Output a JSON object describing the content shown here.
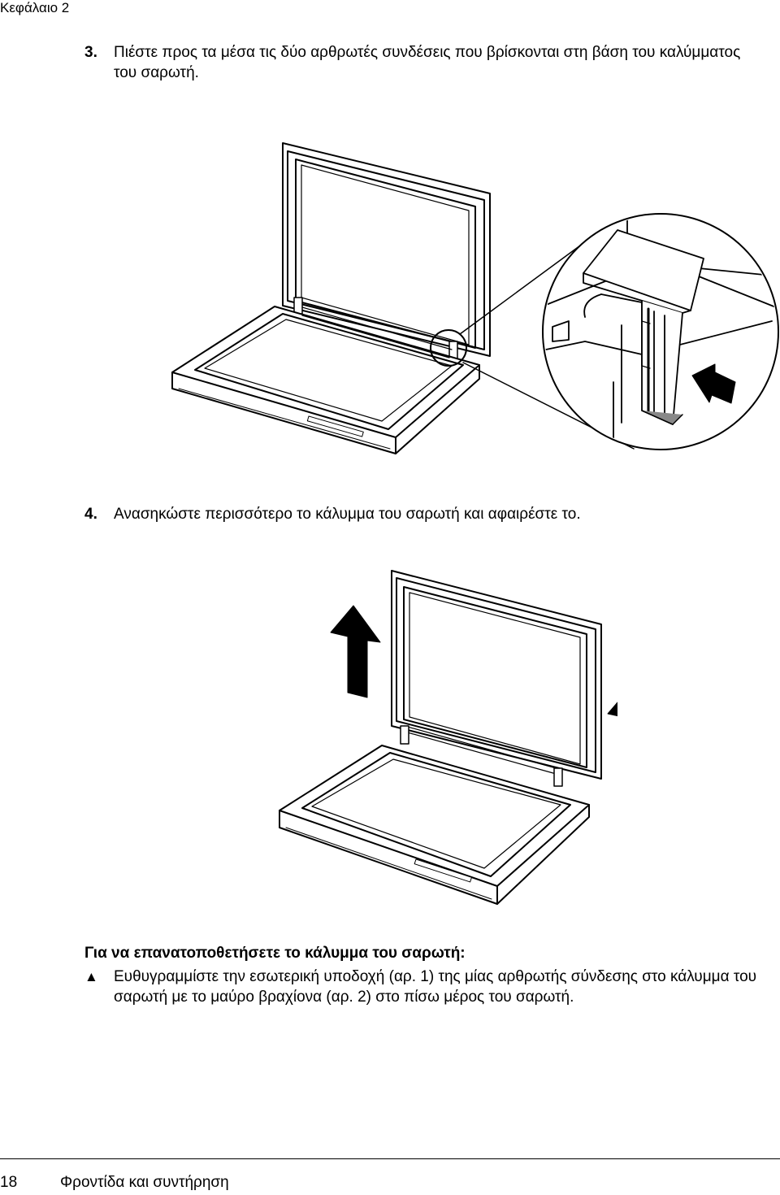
{
  "header": {
    "chapter": "Κεφάλαιο 2"
  },
  "steps": [
    {
      "number": "3.",
      "text": "Πιέστε προς τα μέσα τις δύο αρθρωτές συνδέσεις που βρίσκονται στη βάση του καλύμματος του σαρωτή."
    },
    {
      "number": "4.",
      "text": "Ανασηκώστε περισσότερο το κάλυμμα του σαρωτή και αφαιρέστε το."
    }
  ],
  "note": {
    "title": "Για να επανατοποθετήσετε το κάλυμμα του σαρωτή:",
    "bullet": "▲",
    "text": "Ευθυγραμμίστε την εσωτερική υποδοχή (αρ. 1) της μίας αρθρωτής σύνδεσης στο κάλυμμα του σαρωτή με το μαύρο βραχίονα (αρ. 2) στο πίσω μέρος του σαρωτή."
  },
  "footer": {
    "page_number": "18",
    "title": "Φροντίδα και συντήρηση"
  },
  "figures": {
    "figure1": {
      "icon": "scanner-open-lid-with-hinge-closeup"
    },
    "figure2": {
      "icon": "scanner-lid-removal-with-up-arrows"
    }
  }
}
